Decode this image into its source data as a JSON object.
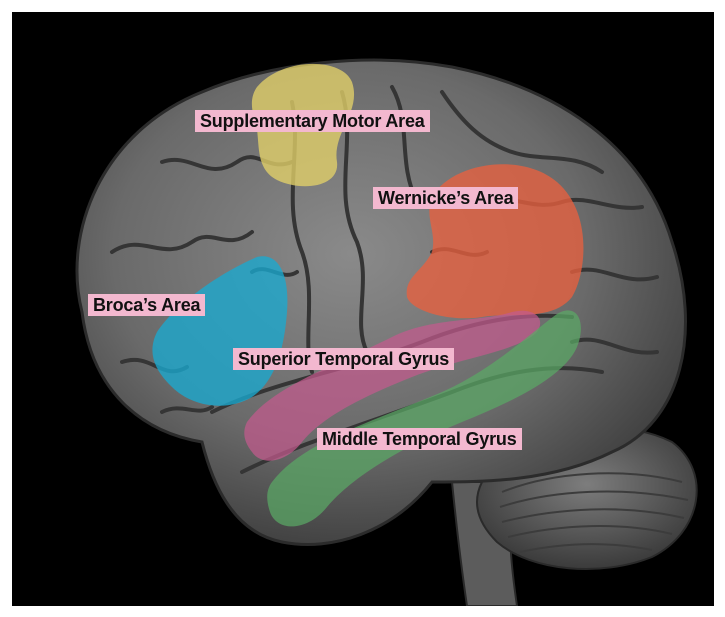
{
  "figure": {
    "background_color": "#000000",
    "brain_color": "#6f6f6f",
    "label_background": "#f3b8cf"
  },
  "regions": [
    {
      "id": "supplementary-motor-area",
      "label": "Supplementary Motor Area",
      "color": "#e3d169"
    },
    {
      "id": "wernickes-area",
      "label": "Wernicke’s Area",
      "color": "#e8603f"
    },
    {
      "id": "brocas-area",
      "label": "Broca’s Area",
      "color": "#1aa9cf"
    },
    {
      "id": "superior-temporal-gyrus",
      "label": "Superior Temporal Gyrus",
      "color": "#c45a8e"
    },
    {
      "id": "middle-temporal-gyrus",
      "label": "Middle Temporal Gyrus",
      "color": "#5aa965"
    }
  ]
}
